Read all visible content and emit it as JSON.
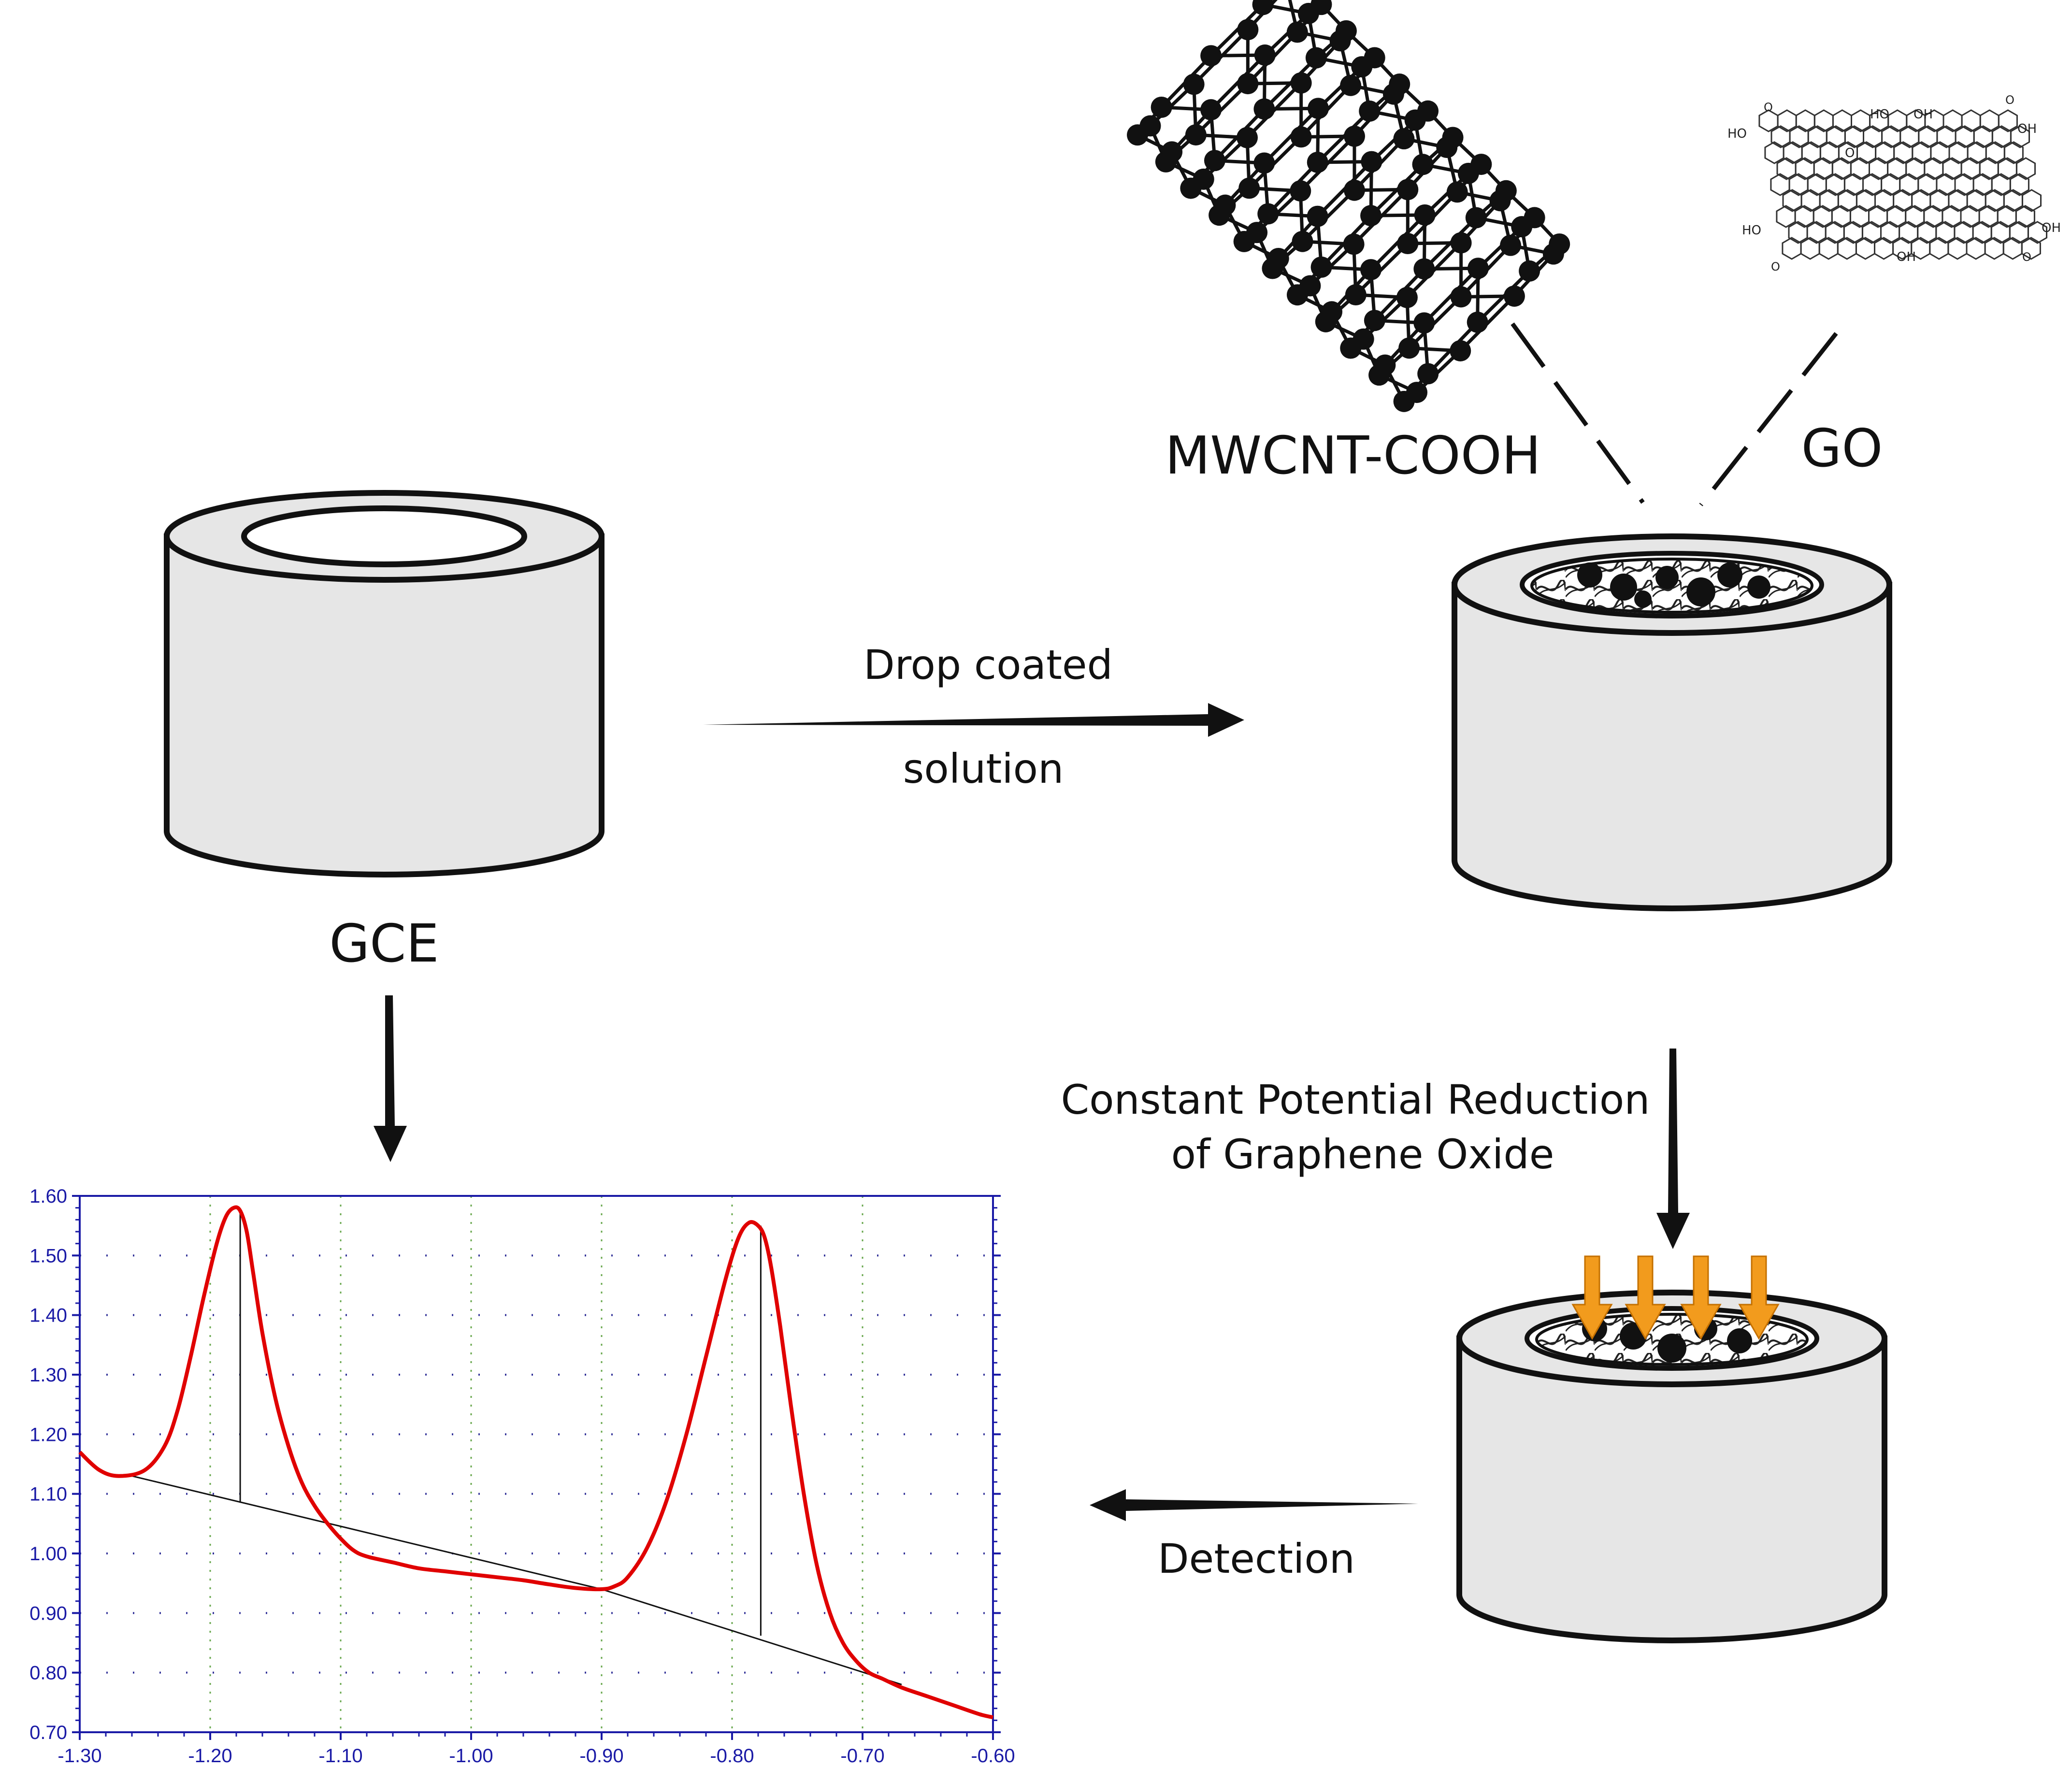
{
  "labels": {
    "gce": "GCE",
    "mwcnt": "MWCNT-COOH",
    "go": "GO",
    "drop_line1": "Drop coated",
    "drop_line2": "solution",
    "reduction_line1": "Constant Potential Reduction",
    "reduction_line2": "of Graphene Oxide",
    "detection": "Detection"
  },
  "go_structure_labels": {
    "ho_left": "HO",
    "ho_top": "HO",
    "oh_top": "OH",
    "o_epoxy": "O",
    "oh_right_top": "OH",
    "o_right_top": "O",
    "o_left_top": "O",
    "ho_bottom_left": "HO",
    "o_bottom_left": "O",
    "oh_bottom_mid": "OH",
    "oh_bottom_right": "OH",
    "o_bottom_right": "O"
  },
  "colors": {
    "electrode_fill": "#e6e6e6",
    "outline": "#111111",
    "curve": "#e00000",
    "axis": "#1a1aa6",
    "arrow_orange": "#f29b1d",
    "grid_vertical": "#6aa84f",
    "grid_dots": "#333399"
  },
  "chart_data": {
    "type": "line",
    "xlim": [
      -1.3,
      -0.6
    ],
    "ylim": [
      0.7,
      1.6
    ],
    "xticks": [
      "-1.30",
      "-1.20",
      "-1.10",
      "-1.00",
      "-0.90",
      "-0.80",
      "-0.70",
      "-0.60"
    ],
    "yticks": [
      "1.60",
      "1.50",
      "1.40",
      "1.30",
      "1.20",
      "1.10",
      "1.00",
      "0.90",
      "0.80",
      "0.70"
    ],
    "series": [
      {
        "x": [
          -1.3,
          -1.285,
          -1.27,
          -1.25,
          -1.235,
          -1.225,
          -1.215,
          -1.205,
          -1.195,
          -1.188,
          -1.182,
          -1.177,
          -1.172,
          -1.167,
          -1.16,
          -1.15,
          -1.14,
          -1.13,
          -1.12,
          -1.11,
          -1.1,
          -1.09,
          -1.08,
          -1.06,
          -1.04,
          -1.02,
          -1.0,
          -0.98,
          -0.96,
          -0.94,
          -0.92,
          -0.9,
          -0.89,
          -0.88,
          -0.865,
          -0.85,
          -0.835,
          -0.82,
          -0.805,
          -0.795,
          -0.787,
          -0.78,
          -0.775,
          -0.77,
          -0.763,
          -0.755,
          -0.745,
          -0.735,
          -0.725,
          -0.715,
          -0.705,
          -0.695,
          -0.685,
          -0.67,
          -0.65,
          -0.63,
          -0.61,
          -0.6
        ],
        "y": [
          1.17,
          1.14,
          1.13,
          1.14,
          1.18,
          1.24,
          1.33,
          1.43,
          1.52,
          1.565,
          1.58,
          1.575,
          1.54,
          1.47,
          1.37,
          1.26,
          1.18,
          1.12,
          1.08,
          1.05,
          1.025,
          1.005,
          0.995,
          0.985,
          0.975,
          0.97,
          0.965,
          0.96,
          0.955,
          0.948,
          0.942,
          0.94,
          0.945,
          0.96,
          1.01,
          1.09,
          1.2,
          1.33,
          1.46,
          1.53,
          1.555,
          1.55,
          1.53,
          1.48,
          1.38,
          1.25,
          1.1,
          0.98,
          0.9,
          0.85,
          0.82,
          0.8,
          0.79,
          0.775,
          0.76,
          0.745,
          0.73,
          0.725
        ]
      }
    ],
    "baselines": [
      {
        "x": [
          -1.26,
          -0.9
        ],
        "y": [
          1.13,
          0.94
        ]
      },
      {
        "x": [
          -0.9,
          -0.67
        ],
        "y": [
          0.94,
          0.78
        ]
      }
    ],
    "peak_markers": [
      {
        "x": -1.177,
        "y_top": 1.575,
        "y_bottom": 1.085
      },
      {
        "x": -0.778,
        "y_top": 1.55,
        "y_bottom": 0.862
      }
    ]
  }
}
